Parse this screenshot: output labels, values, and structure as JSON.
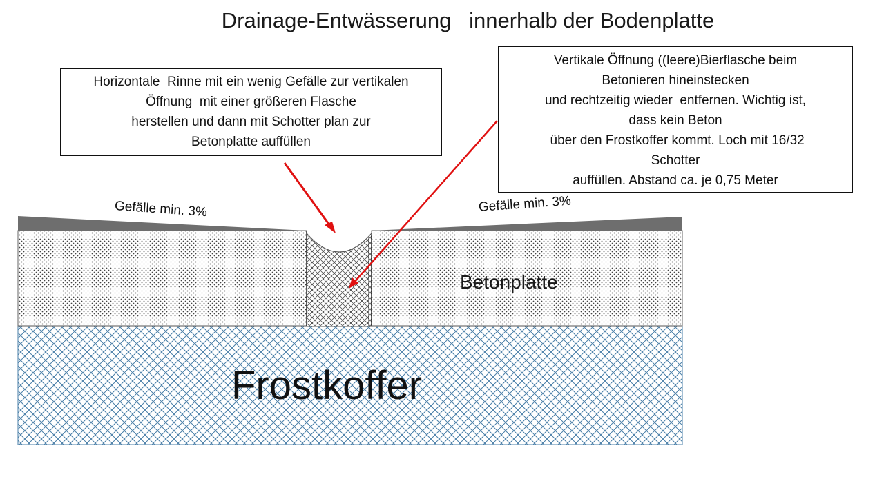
{
  "title": "Drainage-Entwässerung   innerhalb der Bodenplatte",
  "callouts": {
    "left": {
      "lines": [
        "Horizontale  Rinne mit ein wenig Gefälle zur vertikalen",
        "Öffnung  mit einer größeren Flasche",
        "herstellen und dann mit Schotter plan zur",
        "Betonplatte auffüllen"
      ]
    },
    "right": {
      "lines": [
        "Vertikale Öffnung ((leere)Bierflasche beim",
        "Betonieren hineinstecken",
        "und rechtzeitig wieder  entfernen. Wichtig ist,",
        "dass kein Beton",
        " über den Frostkoffer kommt. Loch mit 16/32",
        "Schotter",
        "auffüllen. Abstand ca. je 0,75 Meter"
      ]
    }
  },
  "slope_left": "Gefälle min. 3%",
  "slope_right": "Gefälle min. 3%",
  "layers": {
    "concrete": "Betonplatte",
    "frost": "Frostkoffer"
  },
  "colors": {
    "arrow": "#e01010",
    "slope_wedge": "#6e6e6e",
    "frost_hatch": "#4a7fa8",
    "concrete_dots": "#444444"
  }
}
